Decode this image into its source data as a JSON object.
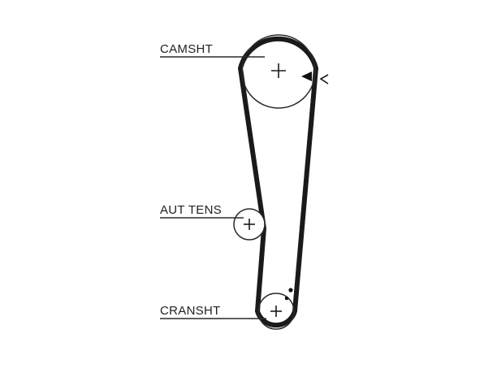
{
  "labels": {
    "camshaft": "CAMSHT",
    "tensioner": "AUT TENS",
    "crankshaft": "CRANSHT"
  }
}
